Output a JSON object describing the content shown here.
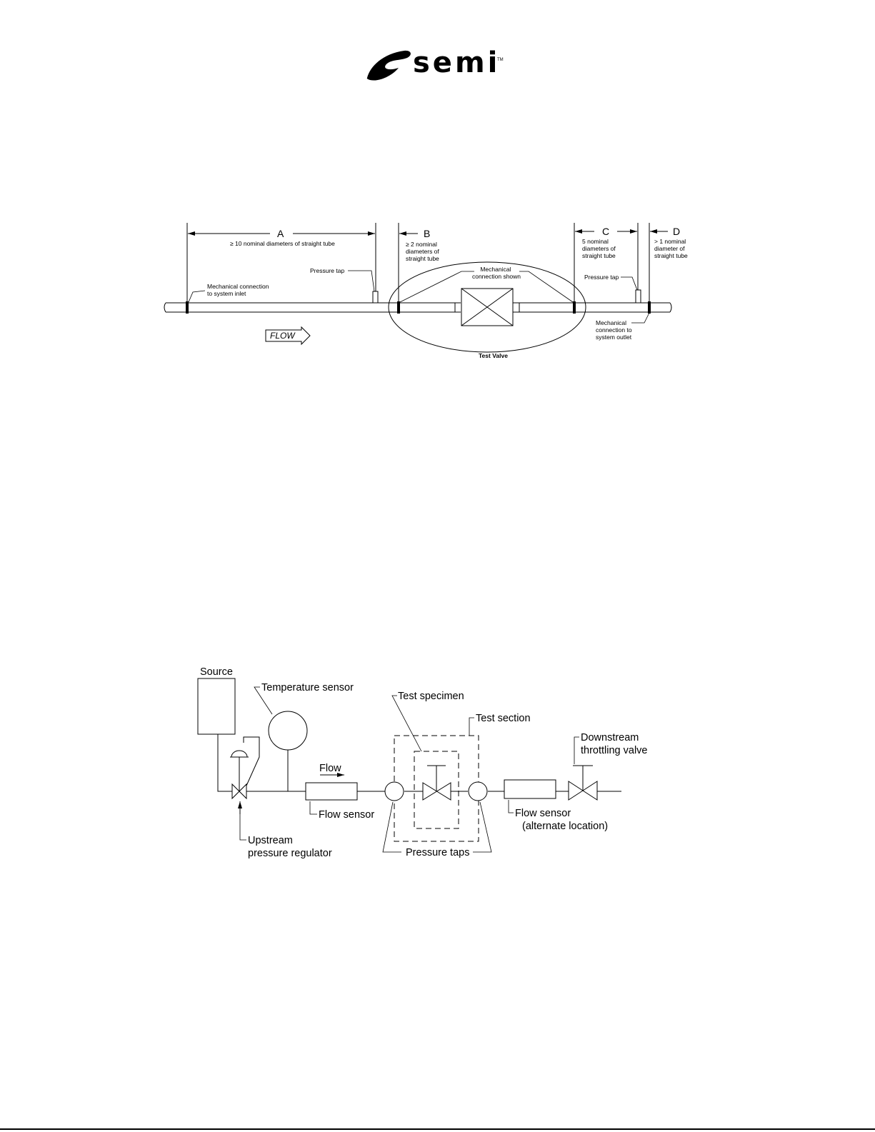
{
  "logo": {
    "text": "semi",
    "tm": "TM"
  },
  "figure1": {
    "dimensions": {
      "A": {
        "letter": "A",
        "note": "≥ 10 nominal diameters of straight tube"
      },
      "B": {
        "letter": "B",
        "note": [
          "≥ 2 nominal",
          "diameters of",
          "straight tube"
        ]
      },
      "C": {
        "letter": "C",
        "note": [
          "5 nominal",
          "diameters of",
          "straight tube"
        ]
      },
      "D": {
        "letter": "D",
        "note": [
          "> 1 nominal",
          "diameter of",
          "straight tube"
        ]
      }
    },
    "labels": {
      "pressure_tap_left": "Pressure tap",
      "pressure_tap_right": "Pressure tap",
      "inlet": [
        "Mechanical connection",
        "to system inlet"
      ],
      "mech_shown": [
        "Mechanical",
        "connection shown"
      ],
      "outlet": [
        "Mechanical",
        "connection to",
        "system outlet"
      ],
      "flow": "FLOW",
      "test_valve": "Test Valve"
    }
  },
  "figure2": {
    "labels": {
      "source": "Source",
      "temperature_sensor": "Temperature sensor",
      "test_specimen": "Test specimen",
      "test_section": "Test section",
      "downstream_valve": [
        "Downstream",
        "throttling valve"
      ],
      "flow": "Flow",
      "flow_sensor": "Flow sensor",
      "flow_sensor_alt": [
        "Flow sensor",
        "(alternate location)"
      ],
      "upstream_regulator": [
        "Upstream",
        "pressure regulator"
      ],
      "pressure_taps": "Pressure taps"
    }
  }
}
